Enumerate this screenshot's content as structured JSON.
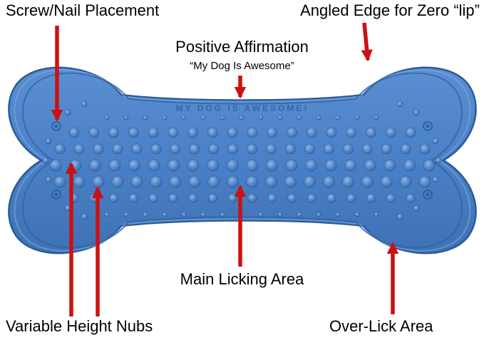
{
  "annotations": {
    "screw_nail": "Screw/Nail Placement",
    "angled_edge": "Angled Edge for Zero “lip”",
    "positive_affirmation": "Positive Affirmation",
    "affirmation_quote": "“My Dog Is Awesome”",
    "main_licking": "Main Licking Area",
    "variable_nubs": "Variable Height Nubs",
    "over_lick": "Over-Lick Area"
  },
  "mat": {
    "embossed_text": "MY DOG IS AWESOME!"
  },
  "colors": {
    "mat_blue": "#4a80c6",
    "mat_outline": "#2b5b98",
    "nub_blue": "#3a6fae",
    "arrow_red": "#cc1111",
    "label_color": "#000000"
  }
}
